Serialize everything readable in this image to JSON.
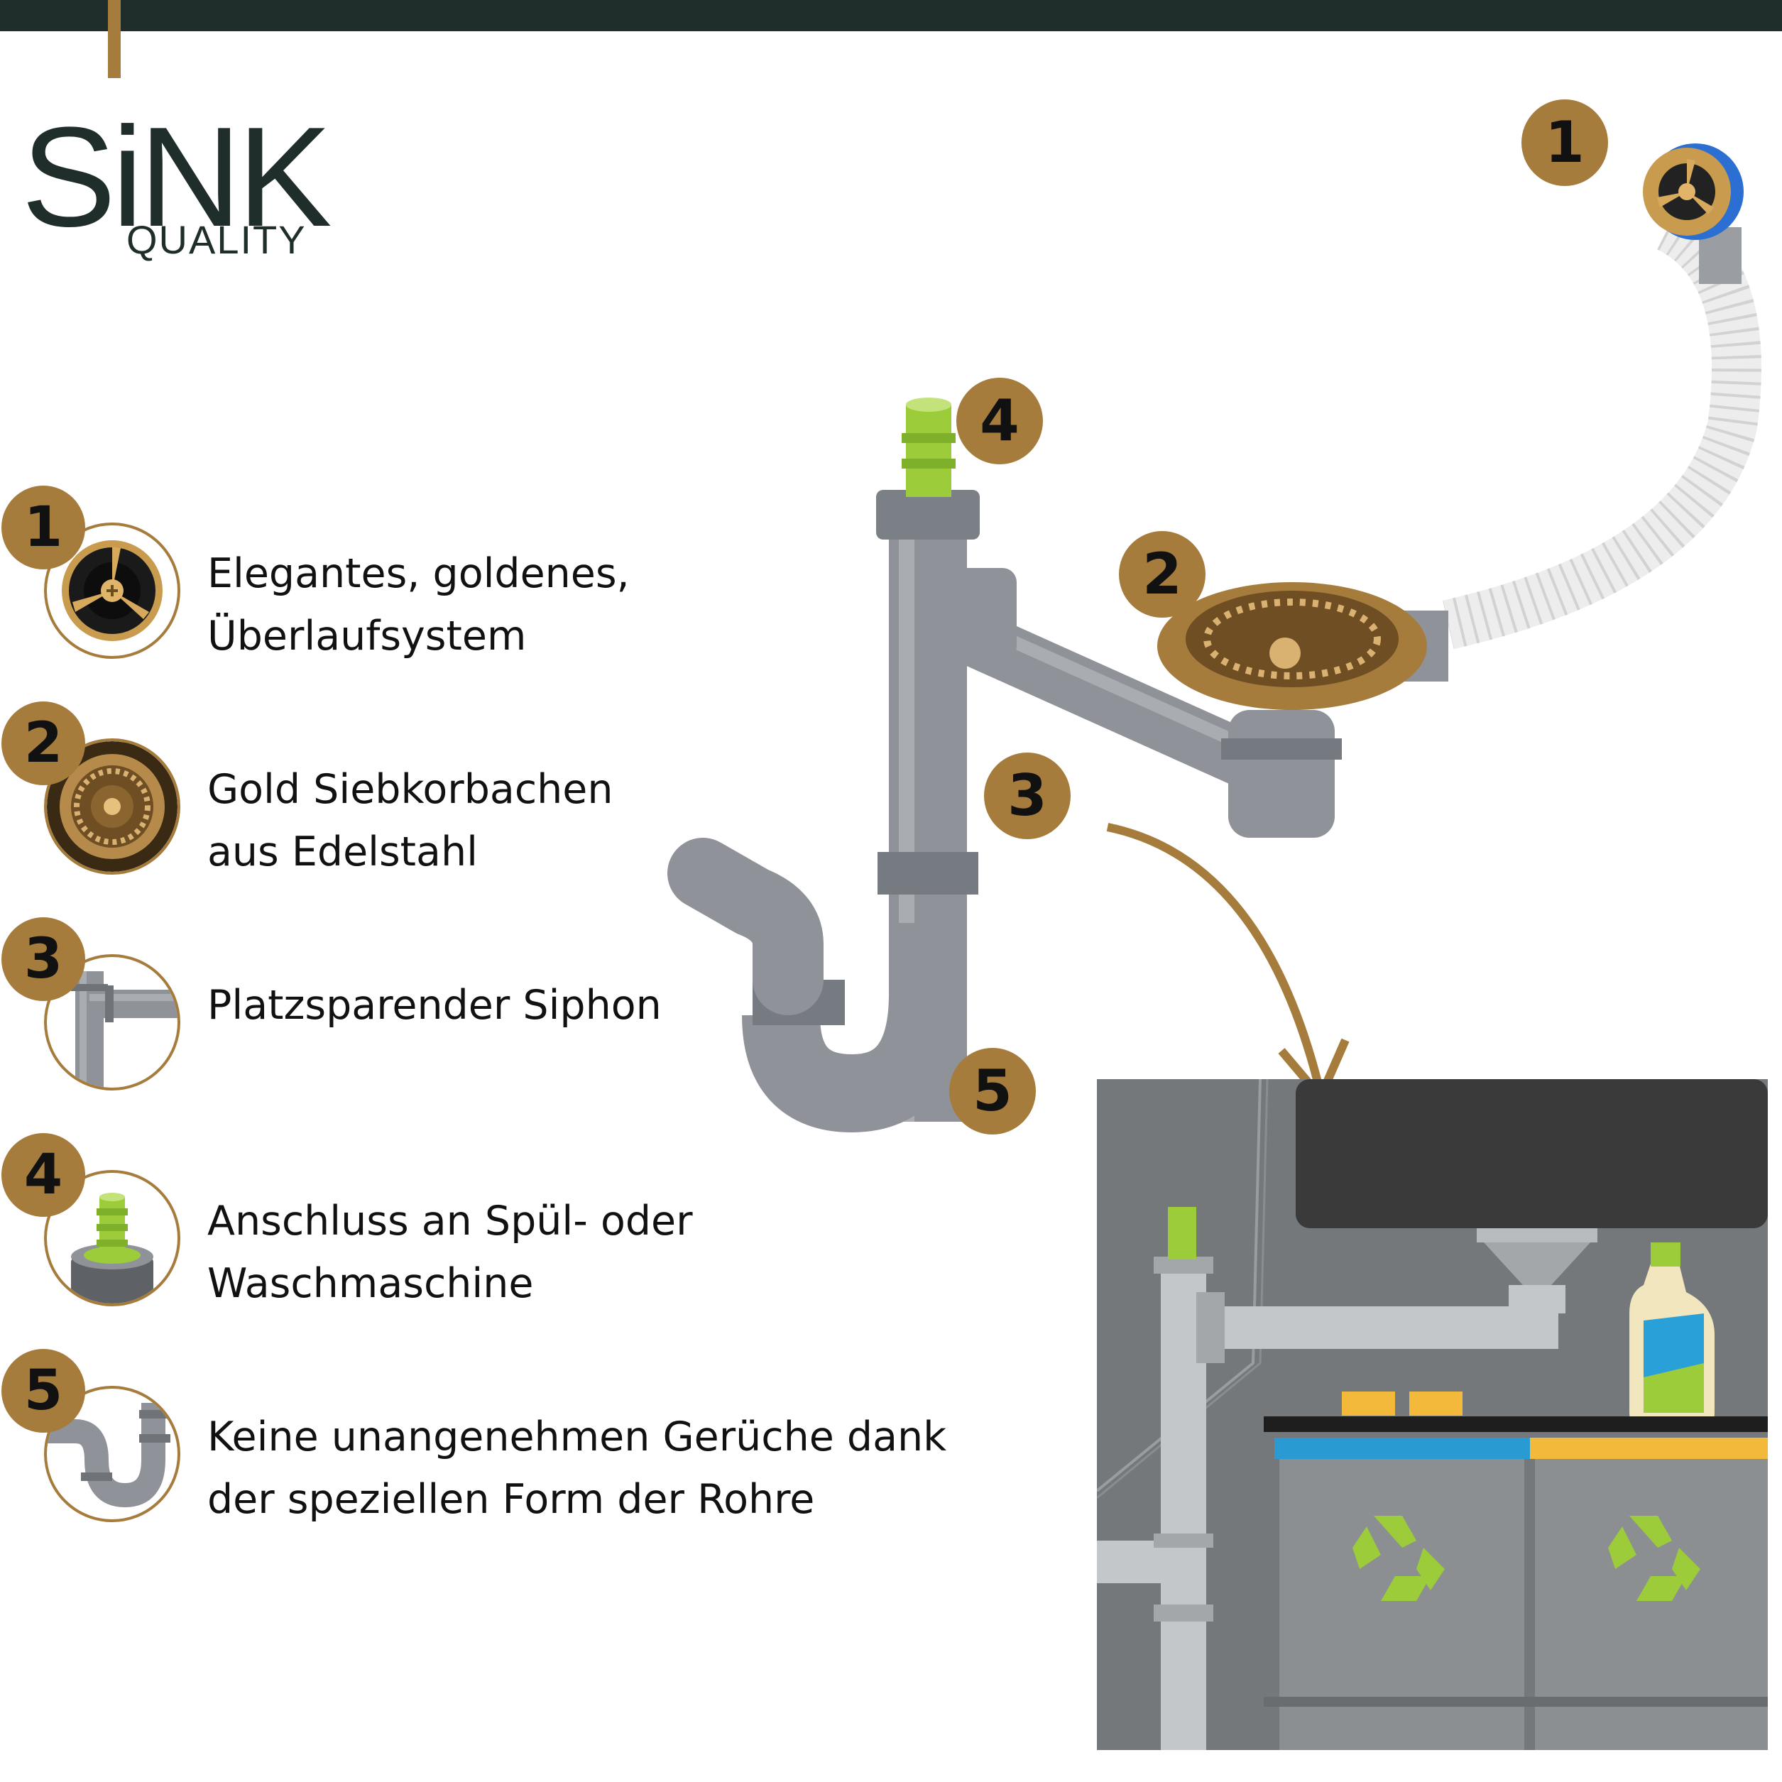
{
  "brand": {
    "name": "SiNK",
    "tagline": "QUALITY"
  },
  "features": [
    {
      "number": "1",
      "line1": "Elegantes, goldenes,",
      "line2": "Überlaufsystem",
      "icon": "overflow-cap-icon"
    },
    {
      "number": "2",
      "line1": "Gold Siebkorbachen",
      "line2": "aus Edelstahl",
      "icon": "strainer-basket-icon"
    },
    {
      "number": "3",
      "line1": "Platzsparender Siphon",
      "line2": "",
      "icon": "siphon-pipe-icon"
    },
    {
      "number": "4",
      "line1": "Anschluss an Spül- oder",
      "line2": "Waschmaschine",
      "icon": "hose-connector-icon"
    },
    {
      "number": "5",
      "line1": "Keine unangenehmen Gerüche dank",
      "line2": "der speziellen Form der Rohre",
      "icon": "u-bend-icon"
    }
  ],
  "diagram_badges": [
    "1",
    "2",
    "3",
    "4",
    "5"
  ],
  "colors": {
    "gold": "#a67c3d",
    "dark": "#1f2d2b",
    "pipe": "#8f9399",
    "green": "#9ccc3a",
    "recycle": "#9ccc3a"
  }
}
